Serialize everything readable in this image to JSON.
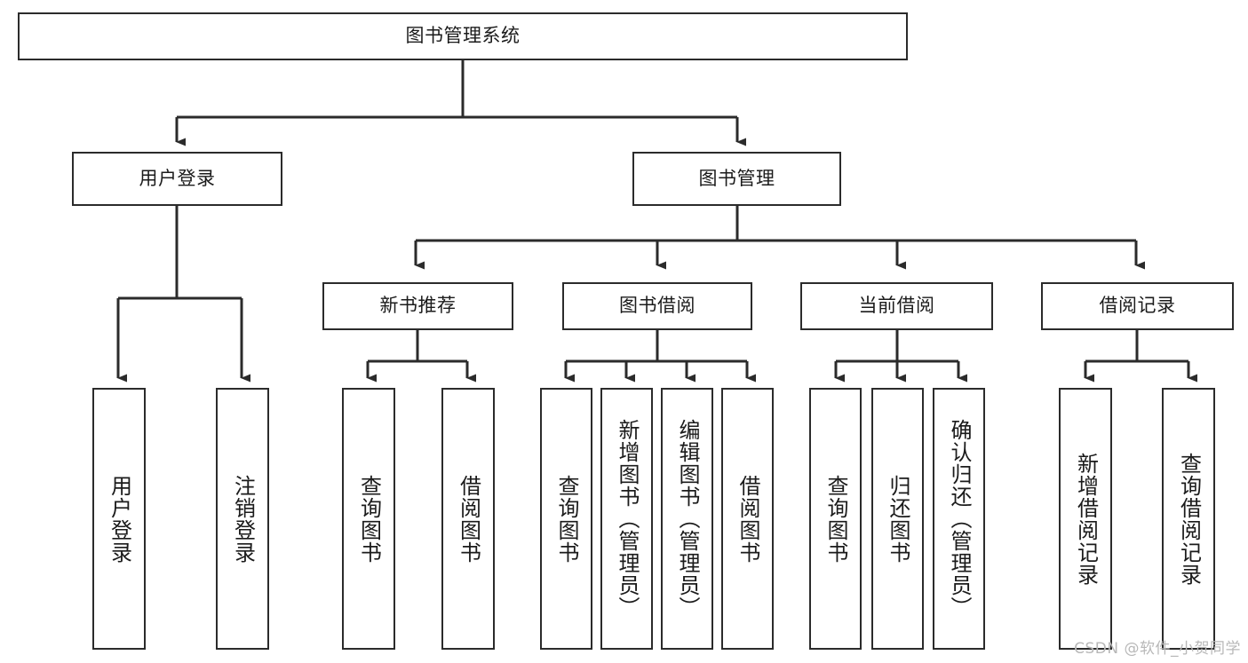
{
  "diagram": {
    "title": "图书管理系统",
    "root": {
      "label": "图书管理系统"
    },
    "level2": [
      {
        "label": "用户登录"
      },
      {
        "label": "图书管理"
      }
    ],
    "level3": [
      {
        "label": "新书推荐"
      },
      {
        "label": "图书借阅"
      },
      {
        "label": "当前借阅"
      },
      {
        "label": "借阅记录"
      }
    ],
    "leaves": {
      "user_login": [
        {
          "label": "用户登录"
        },
        {
          "label": "注销登录"
        }
      ],
      "new_book": [
        {
          "label": "查询图书"
        },
        {
          "label": "借阅图书"
        }
      ],
      "book_borrow": [
        {
          "label": "查询图书"
        },
        {
          "label": "新增图书（管理员）"
        },
        {
          "label": "编辑图书（管理员）"
        },
        {
          "label": "借阅图书"
        }
      ],
      "current_borrow": [
        {
          "label": "查询图书"
        },
        {
          "label": "归还图书"
        },
        {
          "label": "确认归还（管理员）"
        }
      ],
      "borrow_record": [
        {
          "label": "新增借阅记录"
        },
        {
          "label": "查询借阅记录"
        }
      ]
    }
  },
  "watermark": {
    "text": "CSDN @软件_小贺同学"
  },
  "colors": {
    "stroke": "#2b2b2b",
    "background": "#ffffff",
    "text": "#1b1b1b",
    "watermark": "#b8b8b8"
  }
}
